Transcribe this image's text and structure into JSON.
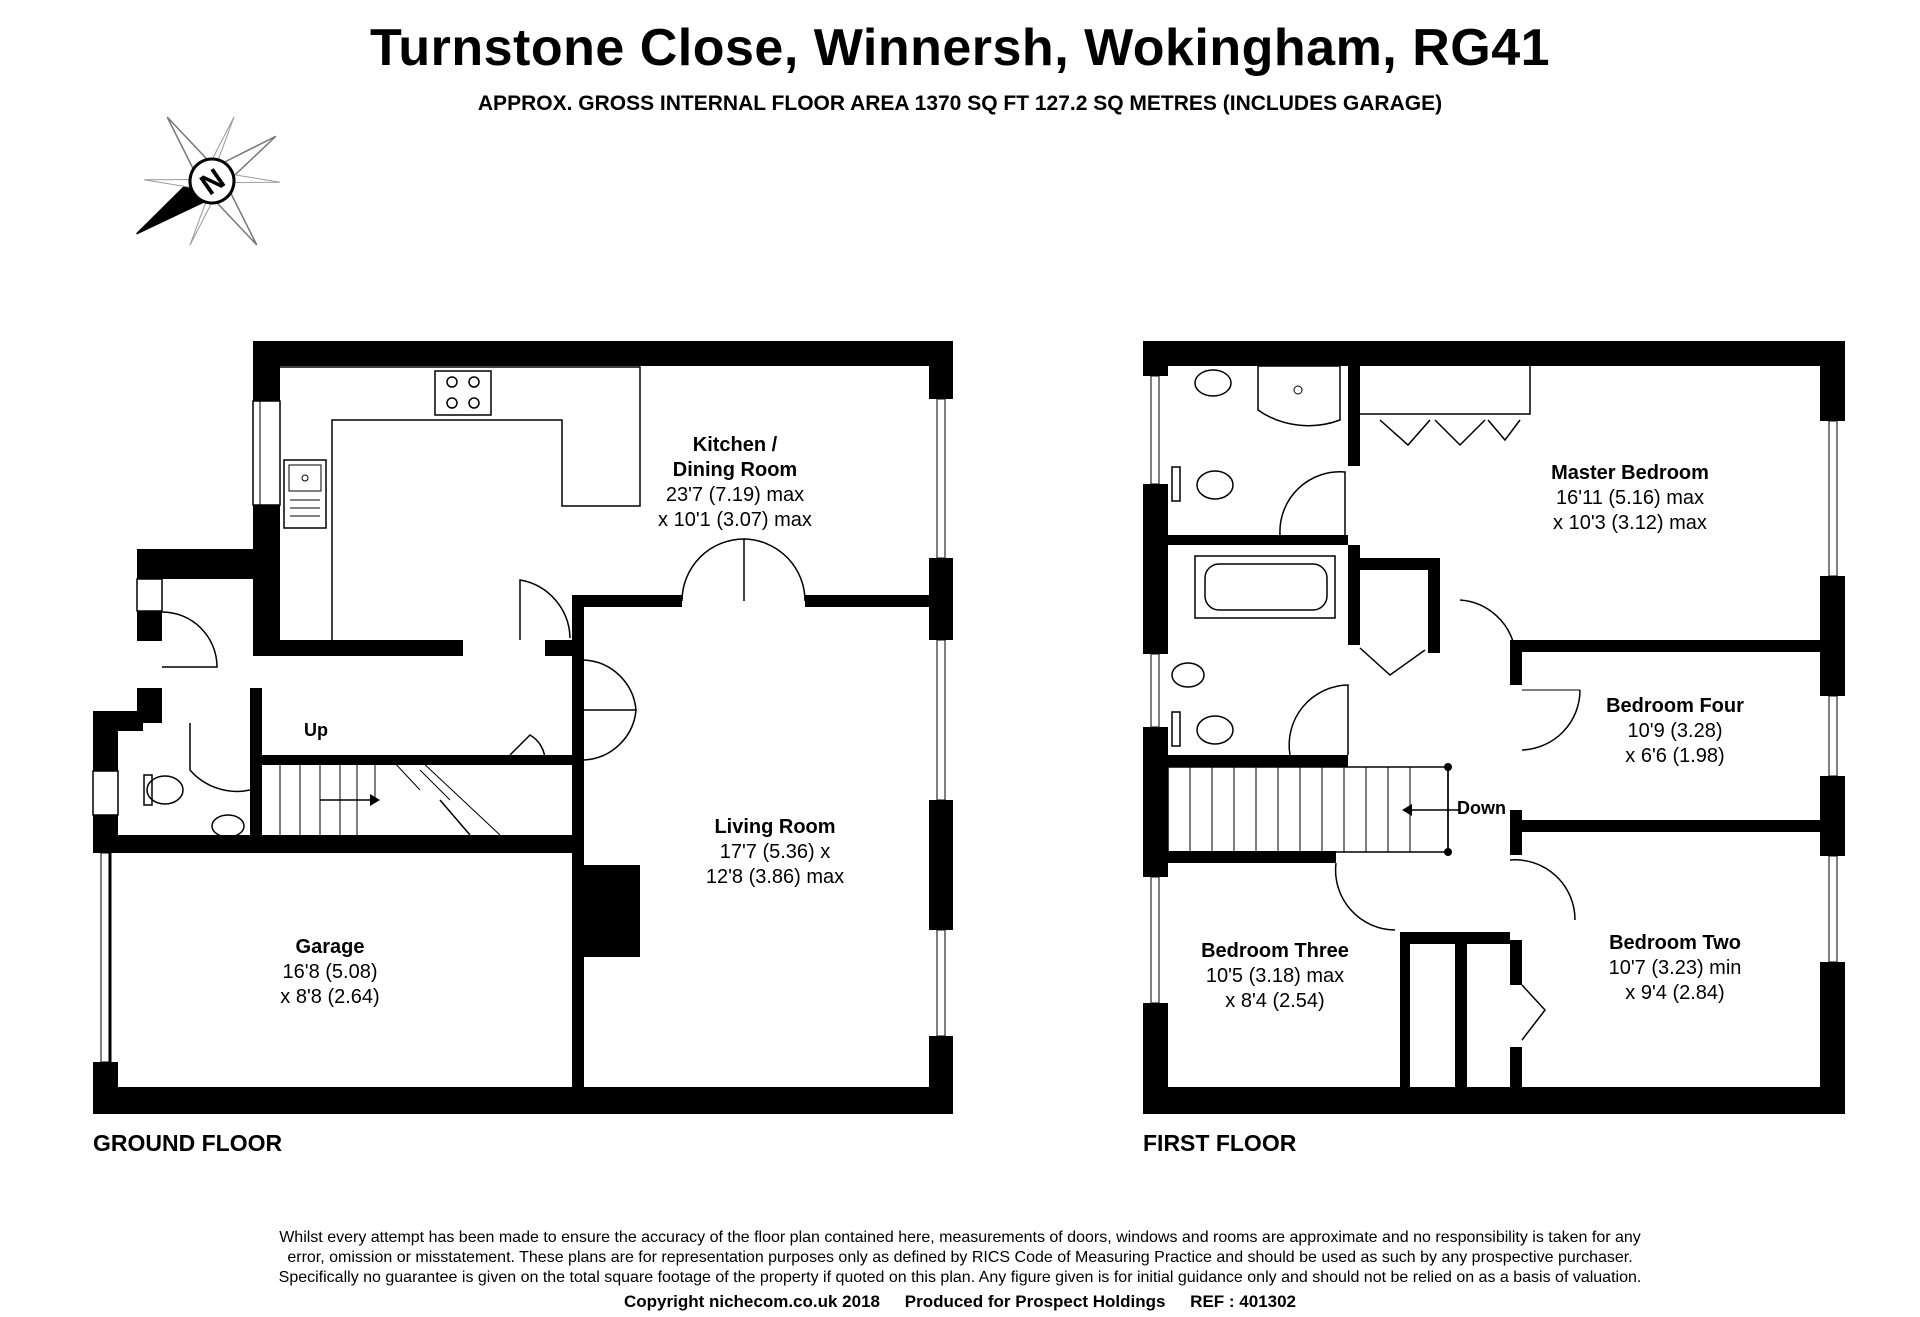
{
  "header": {
    "title": "Turnstone Close, Winnersh, Wokingham, RG41",
    "subtitle": "APPROX. GROSS INTERNAL FLOOR AREA 1370 SQ FT 127.2 SQ METRES (INCLUDES GARAGE)"
  },
  "compass": {
    "letter": "N",
    "icon": "north-arrow-icon"
  },
  "ground_floor": {
    "label": "GROUND FLOOR",
    "stair_label": "Up",
    "rooms": [
      {
        "name": "Kitchen /",
        "name2": "Dining Room",
        "dim1": "23'7 (7.19) max",
        "dim2": "x 10'1 (3.07) max"
      },
      {
        "name": "Living Room",
        "dim1": "17'7 (5.36) x",
        "dim2": "12'8 (3.86) max"
      },
      {
        "name": "Garage",
        "dim1": "16'8 (5.08)",
        "dim2": "x 8'8 (2.64)"
      }
    ]
  },
  "first_floor": {
    "label": "FIRST FLOOR",
    "stair_label": "Down",
    "rooms": [
      {
        "name": "Master Bedroom",
        "dim1": "16'11 (5.16) max",
        "dim2": "x 10'3 (3.12) max"
      },
      {
        "name": "Bedroom Four",
        "dim1": "10'9 (3.28)",
        "dim2": "x 6'6 (1.98)"
      },
      {
        "name": "Bedroom Three",
        "dim1": "10'5 (3.18) max",
        "dim2": "x 8'4 (2.54)"
      },
      {
        "name": "Bedroom Two",
        "dim1": "10'7 (3.23) min",
        "dim2": "x 9'4 (2.84)"
      }
    ]
  },
  "disclaimer": {
    "line1": "Whilst every attempt has been made to ensure the accuracy of the floor plan contained here, measurements of doors, windows and rooms are approximate and no responsibility is taken for any",
    "line2": "error, omission or misstatement. These plans are for representation purposes only as defined by RICS Code of Measuring Practice and should be used as such by any prospective purchaser.",
    "line3": "Specifically no guarantee is given on the total square footage of the property if quoted on this plan. Any figure given is for initial guidance only and should not be relied on as a basis of valuation."
  },
  "footer": {
    "copyright": "Copyright nichecom.co.uk 2018",
    "produced": "Produced for Prospect Holdings",
    "ref": "REF : 401302"
  }
}
